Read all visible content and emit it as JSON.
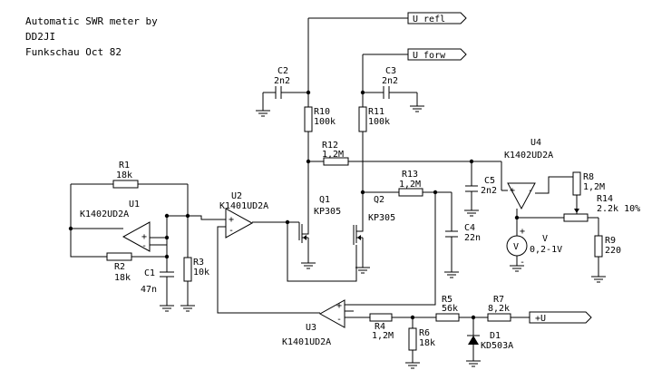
{
  "title": [
    "Automatic SWR meter by",
    "DD2JI",
    "Funkschau Oct 82"
  ],
  "ports": {
    "refl": "U refl",
    "forw": "U forw",
    "supply": "+U"
  },
  "components": {
    "R1": {
      "ref": "R1",
      "value": "18k"
    },
    "R2": {
      "ref": "R2",
      "value": "18k"
    },
    "R3": {
      "ref": "R3",
      "value": "10k"
    },
    "C1": {
      "ref": "C1",
      "value": "47n"
    },
    "C2": {
      "ref": "C2",
      "value": "2n2"
    },
    "C3": {
      "ref": "C3",
      "value": "2n2"
    },
    "R10": {
      "ref": "R10",
      "value": "100k"
    },
    "R11": {
      "ref": "R11",
      "value": "100k"
    },
    "R12": {
      "ref": "R12",
      "value": "1,2M"
    },
    "R13": {
      "ref": "R13",
      "value": "1,2M"
    },
    "C4": {
      "ref": "C4",
      "value": "22n"
    },
    "C5": {
      "ref": "C5",
      "value": "2n2"
    },
    "R8": {
      "ref": "R8",
      "value": "1,2M"
    },
    "R14": {
      "ref": "R14",
      "value": "2.2k 10%"
    },
    "R9": {
      "ref": "R9",
      "value": "220"
    },
    "R4": {
      "ref": "R4",
      "value": "1,2M"
    },
    "R5": {
      "ref": "R5",
      "value": "56k"
    },
    "R6": {
      "ref": "R6",
      "value": "18k"
    },
    "R7": {
      "ref": "R7",
      "value": "8,2k"
    },
    "D1": {
      "ref": "D1",
      "value": "KD503A"
    },
    "Q1": {
      "ref": "Q1",
      "value": "KP305"
    },
    "Q2": {
      "ref": "Q2",
      "value": "KP305"
    },
    "U1": {
      "ref": "U1",
      "value": "K1402UD2A"
    },
    "U2": {
      "ref": "U2",
      "value": "K1401UD2A"
    },
    "U3": {
      "ref": "U3",
      "value": "K1401UD2A"
    },
    "U4": {
      "ref": "U4",
      "value": "K1402UD2A"
    },
    "V": {
      "ref": "V",
      "value": "0,2-1V"
    }
  },
  "symbols": {
    "plus": "+",
    "minus": "-",
    "meter": "V"
  }
}
